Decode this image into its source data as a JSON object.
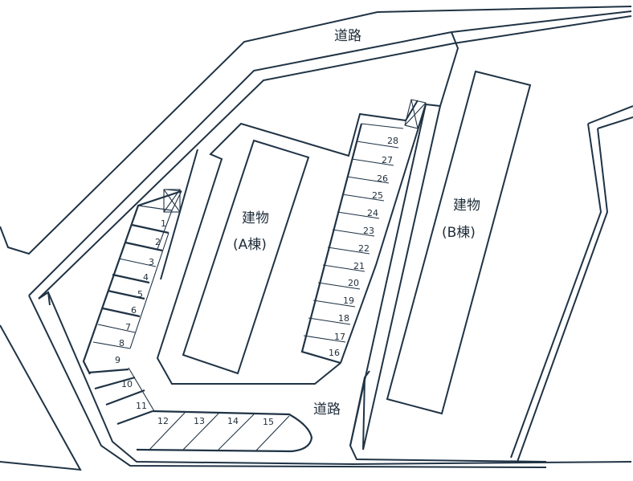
{
  "labels": {
    "road_top": "道路",
    "road_bottom": "道路",
    "building_a_line1": "建物",
    "building_a_line2": "(A棟)",
    "building_b_line1": "建物",
    "building_b_line2": "(B棟)"
  },
  "lots_left": [
    "1",
    "2",
    "3",
    "4",
    "5",
    "6",
    "7",
    "8",
    "9",
    "10",
    "11"
  ],
  "lots_bottom": [
    "12",
    "13",
    "14",
    "15"
  ],
  "lots_right": [
    "16",
    "17",
    "18",
    "19",
    "20",
    "21",
    "22",
    "23",
    "24",
    "25",
    "26",
    "27",
    "28"
  ],
  "colors": {
    "line": "#1f3345",
    "text": "#1f2d3a",
    "background": "#ffffff"
  }
}
